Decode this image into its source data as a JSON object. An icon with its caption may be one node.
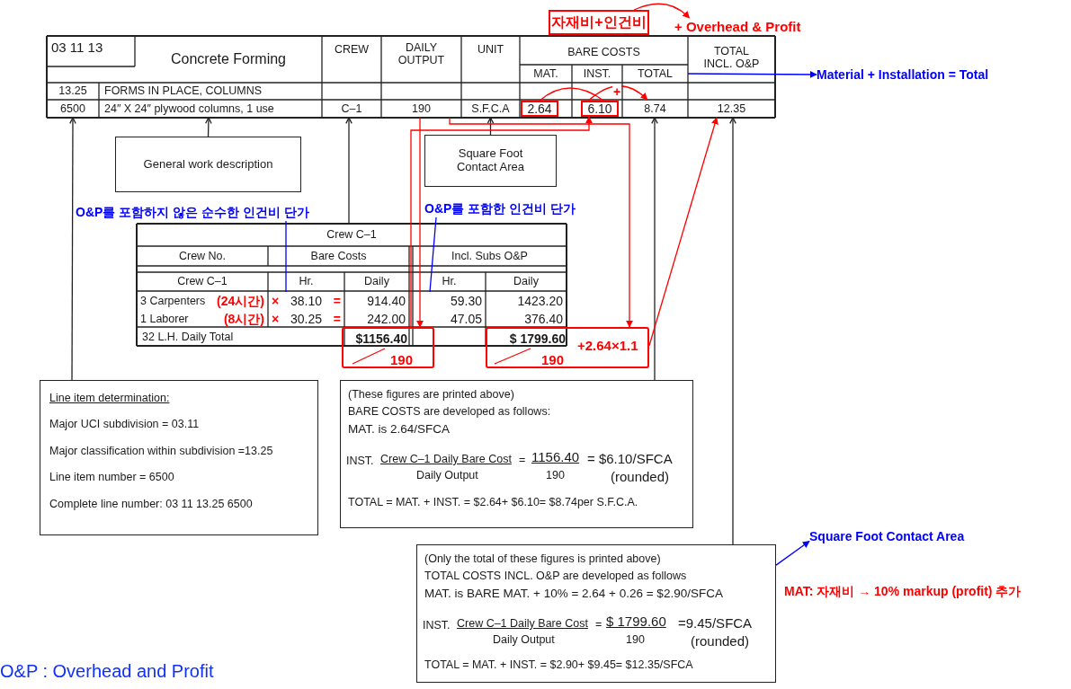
{
  "diagram": {
    "nodes": [
      {
        "text": [
          "자재비+인건비"
        ]
      },
      {
        "text": [
          "+ Overhead & Profit"
        ]
      },
      {
        "text": [
          "03 11 13"
        ]
      },
      {
        "text": [
          "Concrete Forming"
        ]
      },
      {
        "text": [
          "CREW"
        ]
      },
      {
        "text": [
          "DAILY OUTPUT"
        ]
      },
      {
        "text": [
          "UNIT"
        ]
      },
      {
        "text": [
          "BARE COSTS"
        ]
      },
      {
        "text": [
          "TOTAL INCL. O&P"
        ]
      },
      {
        "text": [
          "MAT."
        ]
      },
      {
        "text": [
          "INST."
        ]
      },
      {
        "text": [
          "TOTAL"
        ]
      },
      {
        "text": [
          "Material + Installation = Total"
        ]
      },
      {
        "text": [
          "13.25"
        ]
      },
      {
        "text": [
          "FORMS IN PLACE, COLUMNS"
        ]
      },
      {
        "text": [
          "6500"
        ]
      },
      {
        "text": [
          "24″ X 24″ plywood columns, 1 use"
        ]
      },
      {
        "text": [
          "C–1"
        ]
      },
      {
        "text": [
          "190"
        ]
      },
      {
        "text": [
          "S.F.C.A"
        ]
      },
      {
        "text": [
          "2.64"
        ]
      },
      {
        "text": [
          "6.10"
        ]
      },
      {
        "text": [
          "8.74"
        ]
      },
      {
        "text": [
          "12.35"
        ]
      },
      {
        "text": [
          "General work description"
        ]
      },
      {
        "text": [
          "Square Foot Contact Area"
        ]
      },
      {
        "text": [
          "O&P를 포함한 인건비 단가"
        ]
      },
      {
        "text": [
          "O&P를 포함하지 않은 순수한 인건비 단가"
        ]
      },
      {
        "text": [
          "Crew C–1"
        ]
      },
      {
        "text": [
          "Crew No."
        ]
      },
      {
        "text": [
          "Bare Costs"
        ]
      },
      {
        "text": [
          "Incl. Subs O&P"
        ]
      },
      {
        "text": [
          "Crew C–1"
        ]
      },
      {
        "text": [
          "Hr."
        ]
      },
      {
        "text": [
          "Daily"
        ]
      },
      {
        "text": [
          "Hr."
        ]
      },
      {
        "text": [
          "Daily"
        ]
      },
      {
        "text": [
          "3 Carpenters",
          "(24시간)"
        ]
      },
      {
        "text": [
          "×",
          "38.10",
          "="
        ]
      },
      {
        "text": [
          "914.40"
        ]
      },
      {
        "text": [
          "59.30"
        ]
      },
      {
        "text": [
          "1423.20"
        ]
      },
      {
        "text": [
          "1 Laborer",
          "(8시간)"
        ]
      },
      {
        "text": [
          "×",
          "30.25",
          "="
        ]
      },
      {
        "text": [
          "242.00"
        ]
      },
      {
        "text": [
          "47.05"
        ]
      },
      {
        "text": [
          "376.40"
        ]
      },
      {
        "text": [
          "32 L.H. Daily Total"
        ]
      },
      {
        "text": [
          "190"
        ]
      },
      {
        "text": [
          "$1156.40"
        ],
        "in": 48
      },
      {
        "text": [
          "190",
          "+2.64×1.1"
        ]
      },
      {
        "text": [
          "$ 1799.60"
        ],
        "in": 50
      },
      {
        "text": [
          "Line item determination:",
          "Major UCI subdivision = 03.11",
          "Major classification within subdivision =13.25",
          "Line item number = 6500",
          "Complete line number: 03 11 13.25 6500"
        ]
      },
      {
        "text": [
          "(These figures are printed above)",
          "BARE COSTS are developed as follows:",
          "MAT. is 2.64/SFCA",
          "INST.",
          "Crew C–1 Daily Bare Cost",
          "Daily Output",
          "=",
          "1156.40",
          "190",
          "= $6.10/SFCA",
          "(rounded)",
          "TOTAL = MAT. + INST. = $2.64+ $6.10= $8.74per S.F.C.A."
        ]
      },
      {
        "text": [
          "(Only the total of these figures is printed above)",
          "TOTAL COSTS INCL. O&P are developed as follows",
          "MAT. is BARE MAT. + 10% = 2.64 + 0.26 = $2.90/SFCA",
          "INST.",
          "Crew C–1 Daily Bare Cost",
          "Daily Output",
          "=",
          "$ 1799.60",
          "190",
          "=9.45/SFCA",
          "(rounded)",
          "TOTAL = MAT. + INST. = $2.90+ $9.45= $12.35/SFCA"
        ]
      },
      {
        "text": [
          "Square Foot Contact Area"
        ]
      }
    ],
    "edges": [
      {
        "from": 0,
        "to": 1,
        "arrow": "to",
        "color": "#ff0000"
      },
      {
        "from": 11,
        "to": 12,
        "arrow": "to",
        "color": "#0000ff"
      },
      {
        "from": 20,
        "to": 21,
        "arrow": "none",
        "color": "#ff0000"
      },
      {
        "from": 21,
        "to": 22,
        "arrow": "to",
        "label": "+",
        "color": "#ff0000"
      },
      {
        "from": 52,
        "to": 15,
        "arrow": "to",
        "color": "#222222"
      },
      {
        "from": 24,
        "to": 16,
        "arrow": "to",
        "color": "#222222"
      },
      {
        "from": 28,
        "to": 17,
        "arrow": "to",
        "color": "#222222"
      },
      {
        "from": 25,
        "to": 19,
        "arrow": "to",
        "color": "#222222"
      },
      {
        "from": 53,
        "to": 22,
        "arrow": "to",
        "color": "#222222"
      },
      {
        "from": 54,
        "to": 23,
        "arrow": "to",
        "color": "#222222"
      },
      {
        "from": 18,
        "to": 48,
        "arrow": "to",
        "color": "#ff0000"
      },
      {
        "from": 18,
        "to": 50,
        "arrow": "to",
        "color": "#ff0000"
      },
      {
        "from": 48,
        "to": 21,
        "arrow": "to",
        "color": "#ff0000"
      },
      {
        "from": 50,
        "to": 23,
        "arrow": "to",
        "color": "#ff0000"
      },
      {
        "from": 26,
        "to": 40,
        "arrow": "none",
        "color": "#0000ff"
      },
      {
        "from": 27,
        "to": 38,
        "arrow": "none",
        "color": "#0000ff"
      },
      {
        "from": 54,
        "to": 55,
        "arrow": "to",
        "color": "#0000ff"
      }
    ],
    "labels": [
      "MAT: 자재비 → 10% markup (profit) 추가",
      "O&P : Overhead and Profit"
    ]
  }
}
